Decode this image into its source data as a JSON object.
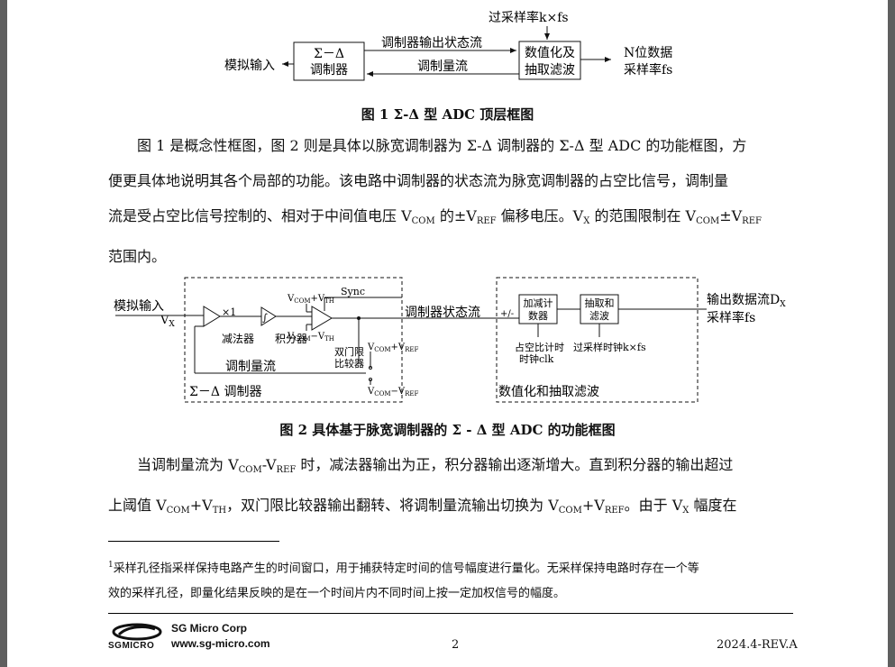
{
  "fig1": {
    "input_label": "模拟输入",
    "modulator_line1": "Σ－Δ",
    "modulator_line2": "调制器",
    "state_stream": "调制器输出状态流",
    "mod_stream": "调制量流",
    "oversample_label": "过采样率k×fs",
    "digitize_line1": "数值化及",
    "digitize_line2": "抽取滤波",
    "output_line1": "N位数据",
    "output_line2": "采样率fs",
    "caption": "图 1 Σ-Δ 型 ADC 顶层框图"
  },
  "para1": {
    "line1": "图 1 是概念性框图，图 2 则是具体以脉宽调制器为 Σ-Δ 调制器的 Σ-Δ 型 ADC 的功能框图，方",
    "line2": "便更具体地说明其各个局部的功能。该电路中调制器的状态流为脉宽调制器的占空比信号，调制量",
    "line3a": "流是受占空比信号控制的、相对于中间值电压 V",
    "line3b": "COM",
    "line3c": " 的±V",
    "line3d": "REF",
    "line3e": " 偏移电压。V",
    "line3f": "X",
    "line3g": " 的范围限制在 V",
    "line3h": "COM",
    "line3i": "±V",
    "line3j": "REF",
    "line4": "范围内。"
  },
  "fig2": {
    "input_label": "模拟输入",
    "vx": "V",
    "vx_sub": "X",
    "gain": "×1",
    "subtractor": "减法器",
    "integrator": "积分器",
    "integ_symbol": "∫",
    "vcom_vth_plus": "V",
    "vcom_sub": "COM",
    "plus_vth": "+V",
    "th_sub": "TH",
    "minus_vth": "−V",
    "sync": "Sync",
    "comparator1": "双门限",
    "comparator2": "比较器",
    "vref_plus": "+V",
    "ref_sub": "REF",
    "vref_minus": "−V",
    "mod_stream": "调制量流",
    "modulator_label": "Σ－Δ 调制器",
    "state_stream": "调制器状态流",
    "plusminus": "+/-",
    "counter1": "加减计",
    "counter2": "数器",
    "decim1": "抽取和",
    "decim2": "滤波",
    "duty_clk1": "占空比计时",
    "duty_clk2": "时钟clk",
    "oversample_clk": "过采样时钟k×fs",
    "output1": "输出数据流D",
    "output1_sub": "X",
    "output2": "采样率fs",
    "digitize_label": "数值化和抽取滤波",
    "caption": "图 2 具体基于脉宽调制器的 Σ - Δ 型 ADC 的功能框图"
  },
  "para2": {
    "line1a": "当调制量流为 V",
    "line1b": "COM",
    "line1c": "-V",
    "line1d": "REF",
    "line1e": " 时，减法器输出为正，积分器输出逐渐增大。直到积分器的输出超过",
    "line2a": "上阈值 V",
    "line2b": "COM",
    "line2c": "+V",
    "line2d": "TH",
    "line2e": "，双门限比较器输出翻转、将调制量流输出切换为 V",
    "line2f": "COM",
    "line2g": "+V",
    "line2h": "REF",
    "line2i": "。由于 V",
    "line2j": "X",
    "line2k": " 幅度在"
  },
  "footnote": {
    "mark": "1",
    "line1": "采样孔径指采样保持电路产生的时间窗口，用于捕获特定时间的信号幅度进行量化。无采样保持电路时存在一个等",
    "line2": "效的采样孔径，即量化结果反映的是在一个时间片内不同时间上按一定加权信号的幅度。"
  },
  "footer": {
    "company": "SG Micro Corp",
    "website": "www.sg-micro.com",
    "brand": "SGMICRO",
    "page_number": "2",
    "revision": "2024.4-REV.A"
  }
}
